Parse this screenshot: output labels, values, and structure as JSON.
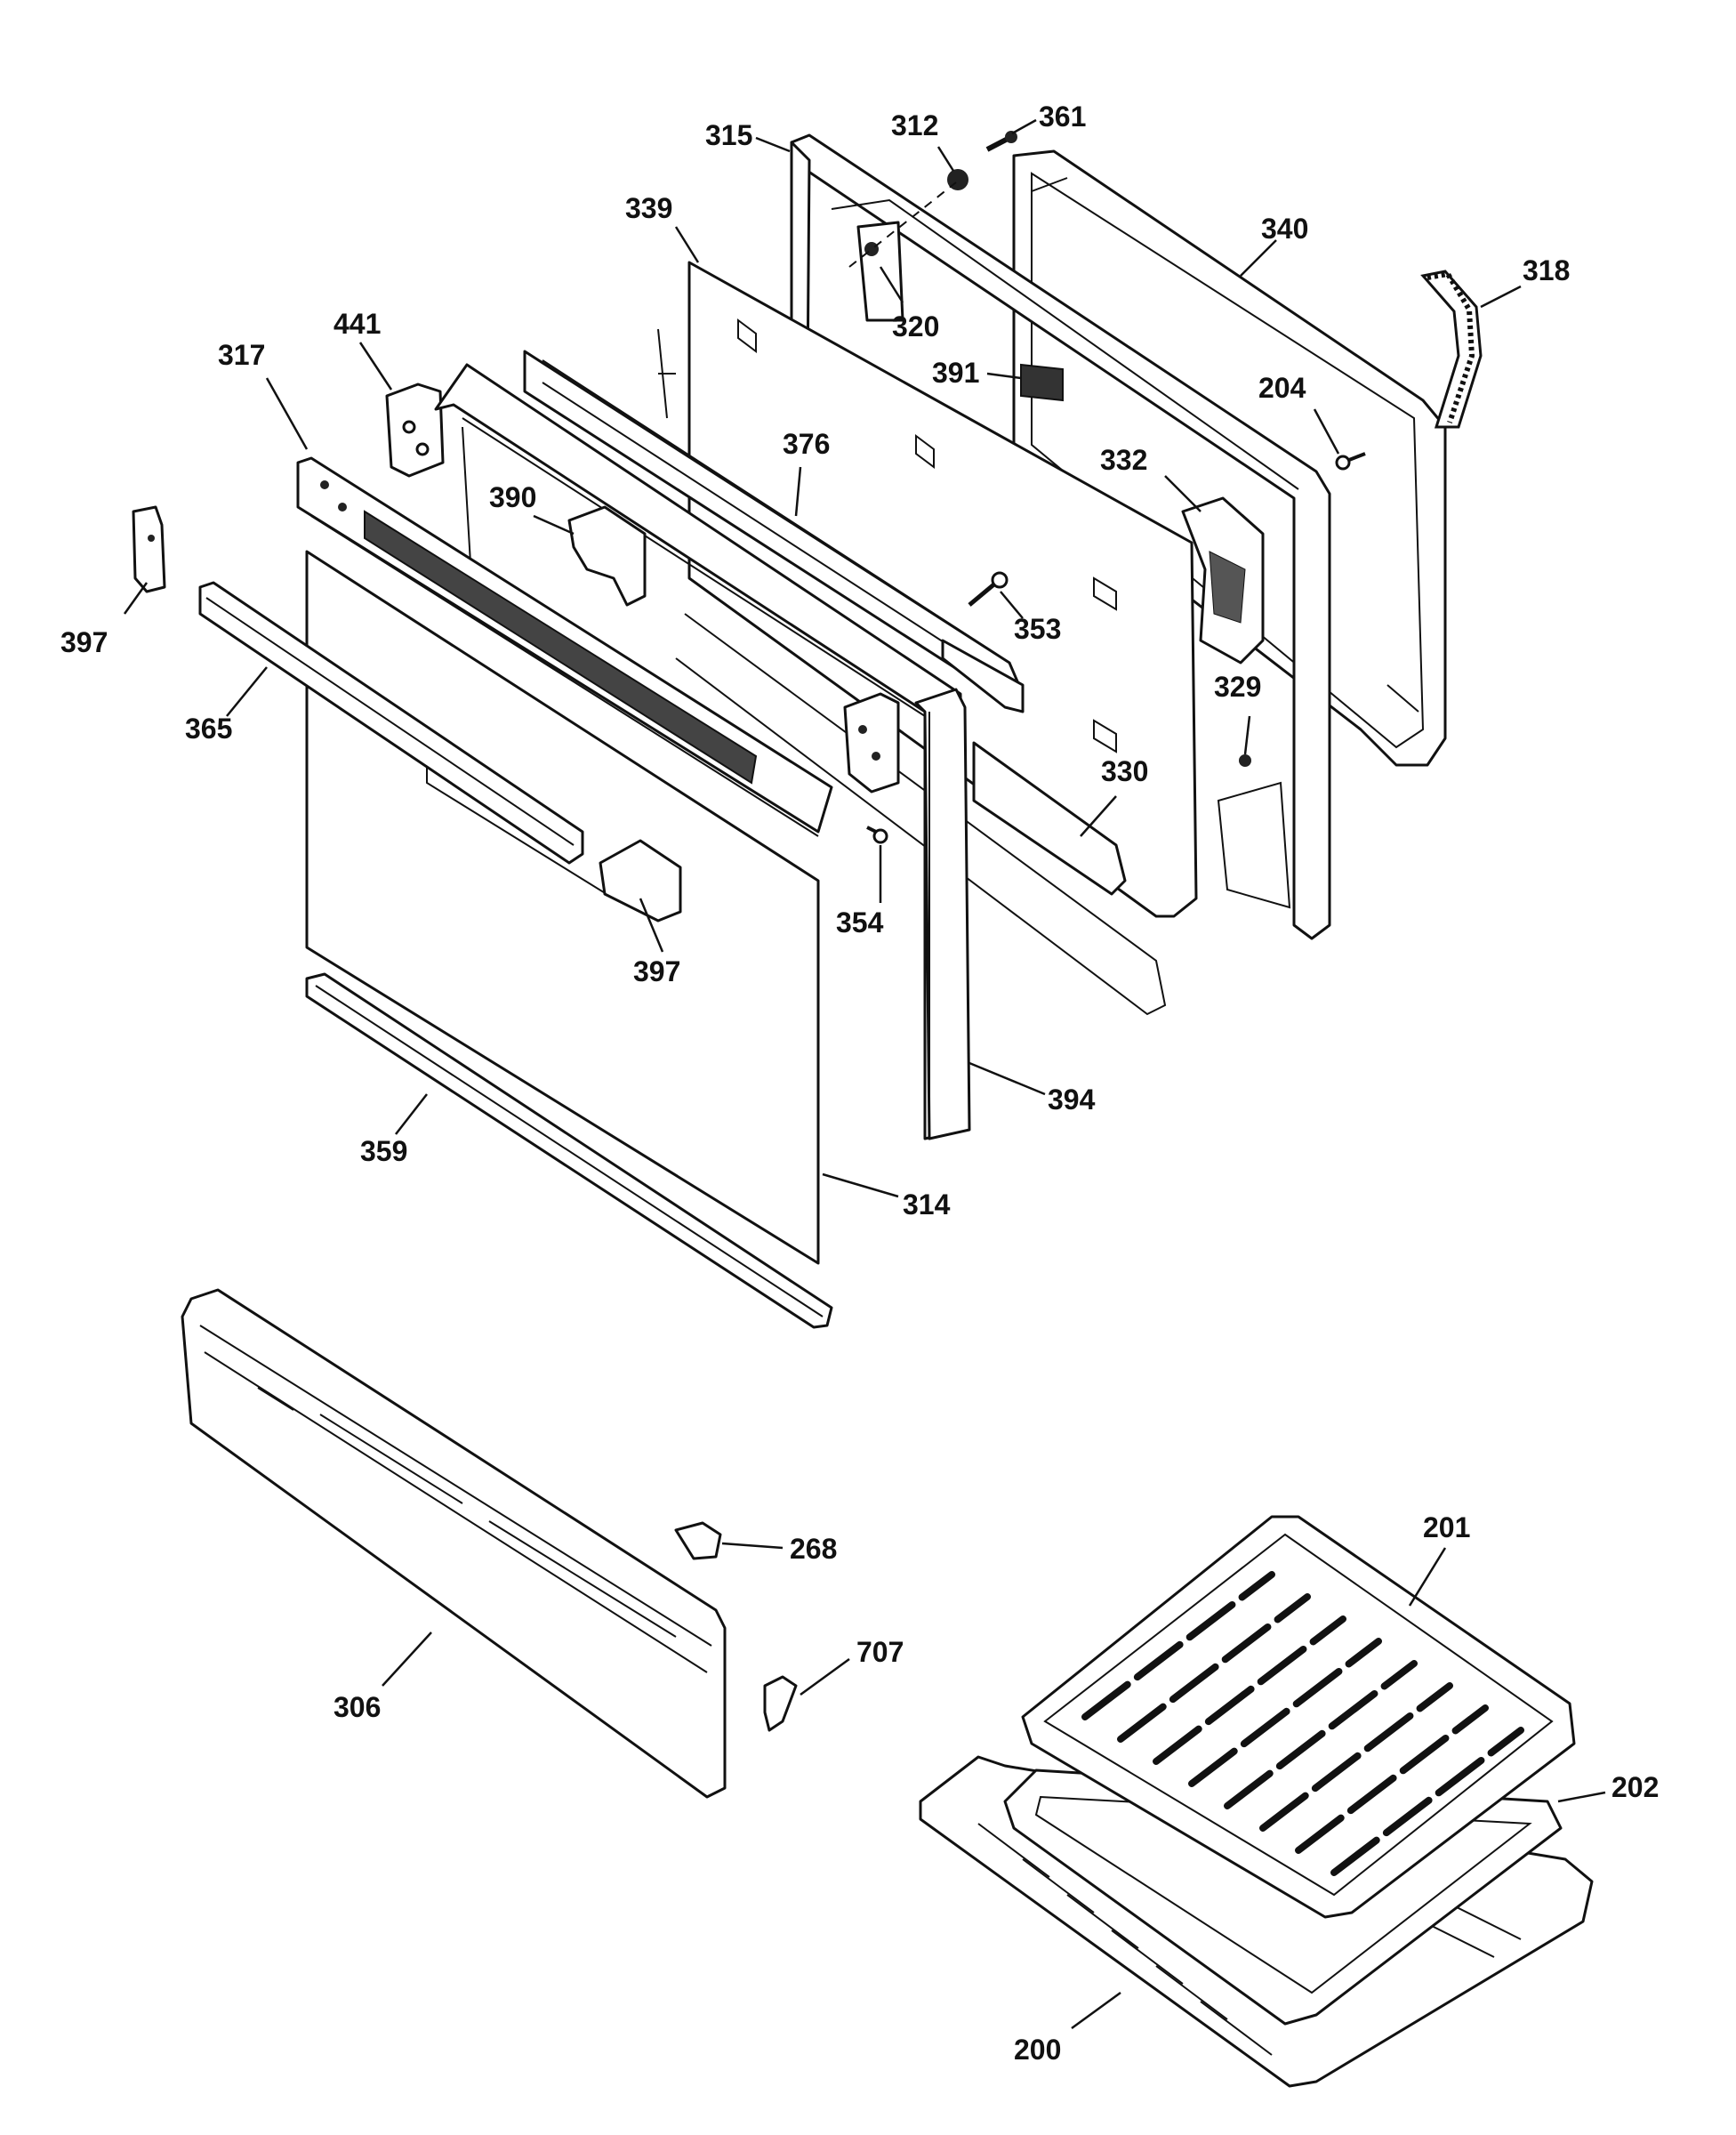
{
  "diagram": {
    "callouts": [
      {
        "id": "315",
        "text": "315"
      },
      {
        "id": "312",
        "text": "312"
      },
      {
        "id": "361",
        "text": "361"
      },
      {
        "id": "339",
        "text": "339"
      },
      {
        "id": "340",
        "text": "340"
      },
      {
        "id": "318",
        "text": "318"
      },
      {
        "id": "320",
        "text": "320"
      },
      {
        "id": "441",
        "text": "441"
      },
      {
        "id": "317",
        "text": "317"
      },
      {
        "id": "391",
        "text": "391"
      },
      {
        "id": "204",
        "text": "204"
      },
      {
        "id": "376",
        "text": "376"
      },
      {
        "id": "332",
        "text": "332"
      },
      {
        "id": "390",
        "text": "390"
      },
      {
        "id": "397a",
        "text": "397"
      },
      {
        "id": "353",
        "text": "353"
      },
      {
        "id": "365",
        "text": "365"
      },
      {
        "id": "329",
        "text": "329"
      },
      {
        "id": "330",
        "text": "330"
      },
      {
        "id": "354",
        "text": "354"
      },
      {
        "id": "397b",
        "text": "397"
      },
      {
        "id": "394",
        "text": "394"
      },
      {
        "id": "359",
        "text": "359"
      },
      {
        "id": "314",
        "text": "314"
      },
      {
        "id": "268",
        "text": "268"
      },
      {
        "id": "201",
        "text": "201"
      },
      {
        "id": "707",
        "text": "707"
      },
      {
        "id": "306",
        "text": "306"
      },
      {
        "id": "202",
        "text": "202"
      },
      {
        "id": "200",
        "text": "200"
      }
    ]
  }
}
